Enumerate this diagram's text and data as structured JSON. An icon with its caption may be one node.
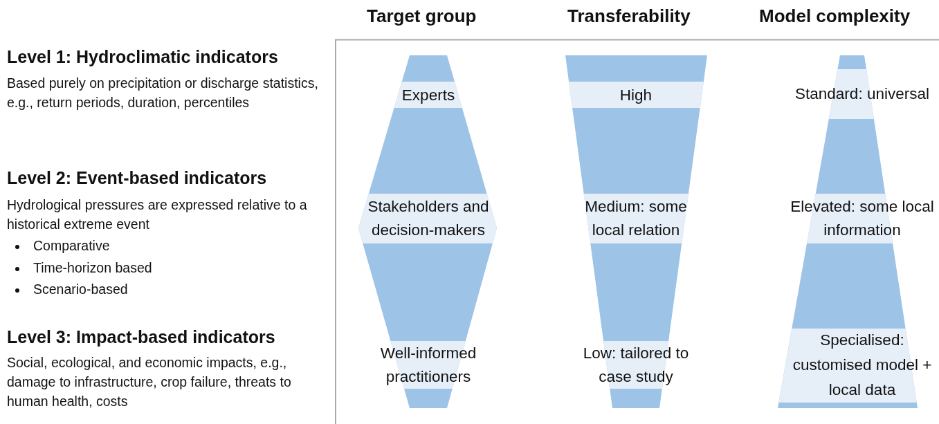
{
  "diagram": {
    "nodes": [
      {
        "text": [
          "Experts"
        ]
      },
      {
        "text": [
          "High"
        ]
      },
      {
        "text": [
          "Standard: universal"
        ]
      },
      {
        "text": [
          "Stakeholders and decision-makers"
        ]
      },
      {
        "text": [
          "Medium: some local relation"
        ]
      },
      {
        "text": [
          "Elevated: some local information"
        ]
      },
      {
        "text": [
          "Well-informed practitioners"
        ]
      },
      {
        "text": [
          "Low: tailored to case study"
        ]
      },
      {
        "text": [
          "Specialised: customised model + local data"
        ]
      }
    ],
    "edges": [],
    "labels": [
      "Target group",
      "Transferability",
      "Model complexity",
      "Level 1: Hydroclimatic indicators",
      "Based purely on precipitation or discharge statistics, e.g., return periods, duration, percentiles",
      "Level 2: Event-based indicators",
      "Hydrological pressures are expressed relative to a historical extreme event",
      "Comparative",
      "Time-horizon based",
      "Scenario-based",
      "Level 3: Impact-based indicators",
      "Social, ecological, and economic impacts, e.g., damage to infrastructure, crop failure, threats to human health, costs"
    ]
  }
}
